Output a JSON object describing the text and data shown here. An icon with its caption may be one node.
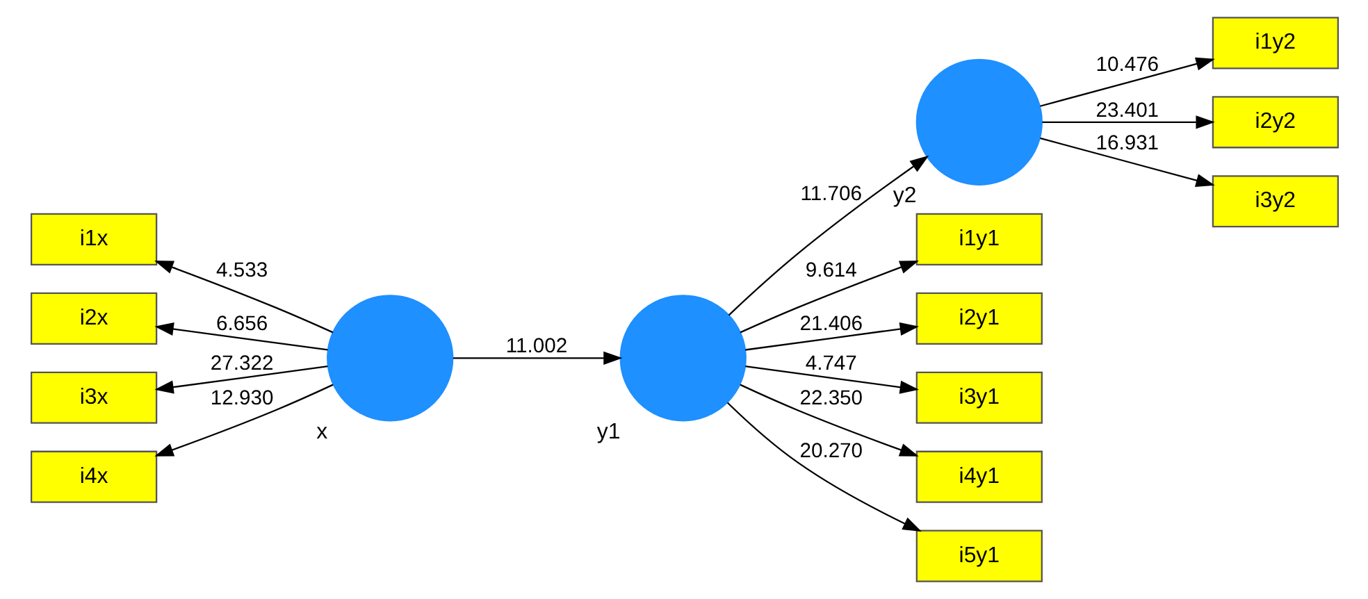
{
  "diagram": {
    "nodes": [
      {
        "text": [],
        "shape": "circle",
        "beside": [
          "x"
        ]
      },
      {
        "text": [],
        "shape": "circle",
        "beside": [
          "y1"
        ]
      },
      {
        "text": [],
        "shape": "circle",
        "beside": [
          "y2"
        ]
      },
      {
        "text": [
          "i1x"
        ]
      },
      {
        "text": [
          "i2x"
        ]
      },
      {
        "text": [
          "i3x"
        ]
      },
      {
        "text": [
          "i4x"
        ]
      },
      {
        "text": [
          "i1y1"
        ]
      },
      {
        "text": [
          "i2y1"
        ]
      },
      {
        "text": [
          "i3y1"
        ]
      },
      {
        "text": [
          "i4y1"
        ]
      },
      {
        "text": [
          "i5y1"
        ]
      },
      {
        "text": [
          "i1y2"
        ]
      },
      {
        "text": [
          "i2y2"
        ]
      },
      {
        "text": [
          "i3y2"
        ]
      }
    ],
    "edges": [
      {
        "from": 0,
        "to": 3,
        "arrow": "to",
        "label": "4.533"
      },
      {
        "from": 0,
        "to": 4,
        "arrow": "to",
        "label": "6.656"
      },
      {
        "from": 0,
        "to": 5,
        "arrow": "to",
        "label": "27.322"
      },
      {
        "from": 0,
        "to": 6,
        "arrow": "to",
        "label": "12.930"
      },
      {
        "from": 0,
        "to": 1,
        "arrow": "to",
        "label": "11.002"
      },
      {
        "from": 1,
        "to": 7,
        "arrow": "to",
        "label": "9.614"
      },
      {
        "from": 1,
        "to": 8,
        "arrow": "to",
        "label": "21.406"
      },
      {
        "from": 1,
        "to": 9,
        "arrow": "to",
        "label": "4.747"
      },
      {
        "from": 1,
        "to": 10,
        "arrow": "to",
        "label": "22.350"
      },
      {
        "from": 1,
        "to": 11,
        "arrow": "to",
        "label": "20.270"
      },
      {
        "from": 1,
        "to": 2,
        "arrow": "to",
        "label": "11.706"
      },
      {
        "from": 2,
        "to": 12,
        "arrow": "to",
        "label": "10.476"
      },
      {
        "from": 2,
        "to": 13,
        "arrow": "to",
        "label": "23.401"
      },
      {
        "from": 2,
        "to": 14,
        "arrow": "to",
        "label": "16.931"
      }
    ]
  }
}
